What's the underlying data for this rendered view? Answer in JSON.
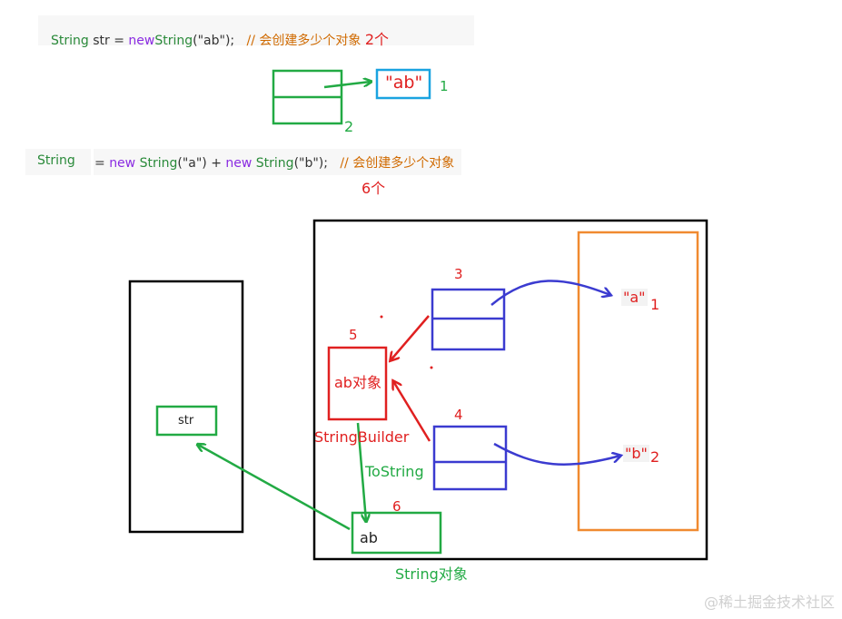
{
  "code1": {
    "type": "String",
    "var": "str",
    "eq": "=",
    "kw_new": "new",
    "ctor": "String",
    "args": "(\"ab\");",
    "comment": "// 会创建多少个对象",
    "answer": "2个"
  },
  "top_diagram": {
    "string_literal": "\"ab\"",
    "literal_count": "1",
    "object_count": "2"
  },
  "code2": {
    "type": "String",
    "eq": "=",
    "kw_new": "new",
    "ctor1": "String",
    "arg1": "(\"a\")",
    "plus": "+",
    "kw_new2": "new",
    "ctor2": "String",
    "arg2": "(\"b\");",
    "comment": "// 会创建多少个对象",
    "answer": "6个"
  },
  "bottom_diagram": {
    "stack_var": "str",
    "object_3_label": "3",
    "object_4_label": "4",
    "object_5_label": "5",
    "object_6_label": "6",
    "ab_object": "ab对象",
    "string_builder": "StringBuilder",
    "to_string": "ToString",
    "ab_value": "ab",
    "string_object": "String对象",
    "literal_a": "\"a\"",
    "literal_a_num": "1",
    "literal_b": "\"b\"",
    "literal_b_num": "2"
  },
  "watermark": "@稀土掘金技术社区",
  "colors": {
    "green": "#22aa44",
    "red": "#e02020",
    "blue": "#3b3bd0",
    "cyan": "#1aa3e0",
    "orange": "#f08a30",
    "black": "#000000"
  }
}
